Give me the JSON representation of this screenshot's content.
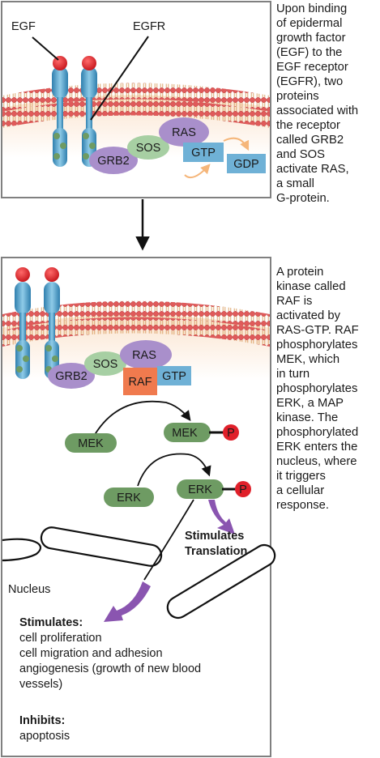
{
  "panel1": {
    "labels": {
      "egf": "EGF",
      "egfr": "EGFR",
      "sos": "SOS",
      "ras": "RAS",
      "grb2": "GRB2",
      "gtp": "GTP",
      "gdp": "GDP"
    },
    "caption": [
      "Upon binding",
      "of epidermal",
      "growth factor",
      "(EGF) to the",
      "EGF receptor",
      "(EGFR), two",
      "proteins",
      "associated with",
      "the receptor",
      "called GRB2",
      "and SOS",
      "activate RAS,",
      "a small",
      "G-protein."
    ]
  },
  "panel2": {
    "labels": {
      "sos": "SOS",
      "ras": "RAS",
      "grb2": "GRB2",
      "raf": "RAF",
      "gtp": "GTP",
      "mek": "MEK",
      "mek_p": "MEK",
      "erk": "ERK",
      "erk_p": "ERK",
      "p": "P",
      "stimulates_translation_1": "Stimulates",
      "stimulates_translation_2": "Translation",
      "nucleus": "Nucleus"
    },
    "stimulates_heading": "Stimulates:",
    "stimulates_items": [
      "cell proliferation",
      "cell migration and adhesion",
      "angiogenesis (growth of new blood",
      "vessels)"
    ],
    "inhibits_heading": "Inhibits:",
    "inhibits_items": [
      "apoptosis"
    ],
    "caption": [
      "A protein",
      "kinase called",
      "RAF is",
      "activated by",
      "RAS-GTP. RAF",
      "phosphorylates",
      "MEK, which",
      "in turn",
      "phosphorylates",
      "ERK, a MAP",
      "kinase. The",
      "phosphorylated",
      "ERK enters the",
      "nucleus, where",
      "it triggers",
      "a cellular",
      "response."
    ]
  },
  "colors": {
    "grb2": "#a98fcb",
    "sos": "#a7cfa3",
    "ras": "#a98fcb",
    "gtp": "#6fb1d6",
    "raf": "#f07a4e",
    "kinase": "#6e9b63",
    "phosphate": "#e0202a",
    "egf": "#e0202a",
    "receptor": "#4f9fc9",
    "signal_arrow": "#8a55b0",
    "gtp_cycle_arrow": "#f5b67a"
  }
}
